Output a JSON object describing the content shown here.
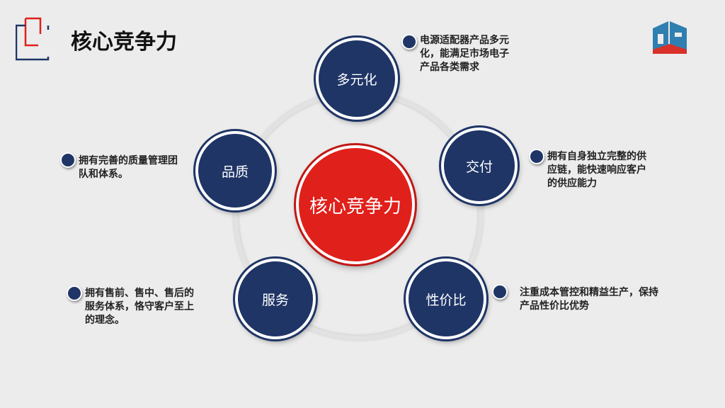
{
  "title": "核心竞争力",
  "center": "核心竞争力",
  "nodes": [
    {
      "label": "多元化",
      "desc": "电源适配器产品多元化，能满足市场电子产品各类需求"
    },
    {
      "label": "交付",
      "desc": "拥有自身独立完整的供应链，能快速响应客户的供应能力"
    },
    {
      "label": "性价比",
      "desc": "注重成本管控和精益生产，保持产品性价比优势"
    },
    {
      "label": "服务",
      "desc": "拥有售前、售中、售后的服务体系，恪守客户至上的理念。"
    },
    {
      "label": "品质",
      "desc": "拥有完善的质量管理团队和体系。"
    }
  ],
  "colors": {
    "navy": "#1f3566",
    "red": "#e0201b",
    "logo_blue": "#2f7fb0"
  }
}
